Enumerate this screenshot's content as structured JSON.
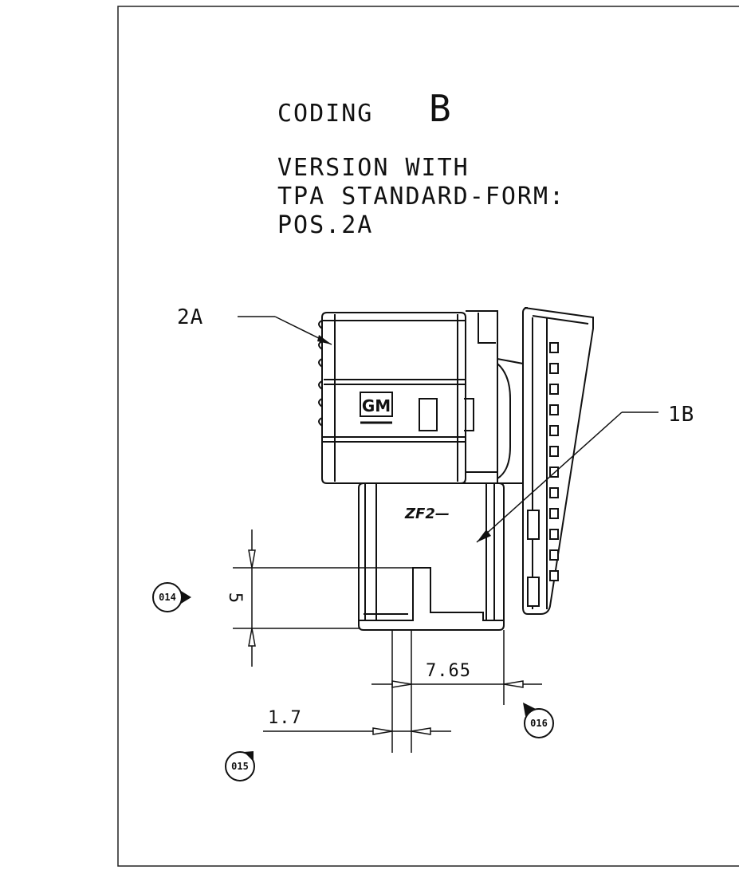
{
  "header": {
    "coding_prefix": "CODING",
    "coding_letter": "B",
    "version_line1": "VERSION WITH",
    "version_line2": "TPA STANDARD-FORM:",
    "version_line3": "POS.2A"
  },
  "callouts": {
    "pos_2a": "2A",
    "pos_1b": "1B"
  },
  "markings": {
    "logo_text": "GM",
    "part_text": "ZF2—"
  },
  "dimensions": {
    "height_5": "5",
    "width_7_65": "7.65",
    "width_1_7": "1.7"
  },
  "bubbles": {
    "b014": "014",
    "b015": "015",
    "b016": "016"
  }
}
